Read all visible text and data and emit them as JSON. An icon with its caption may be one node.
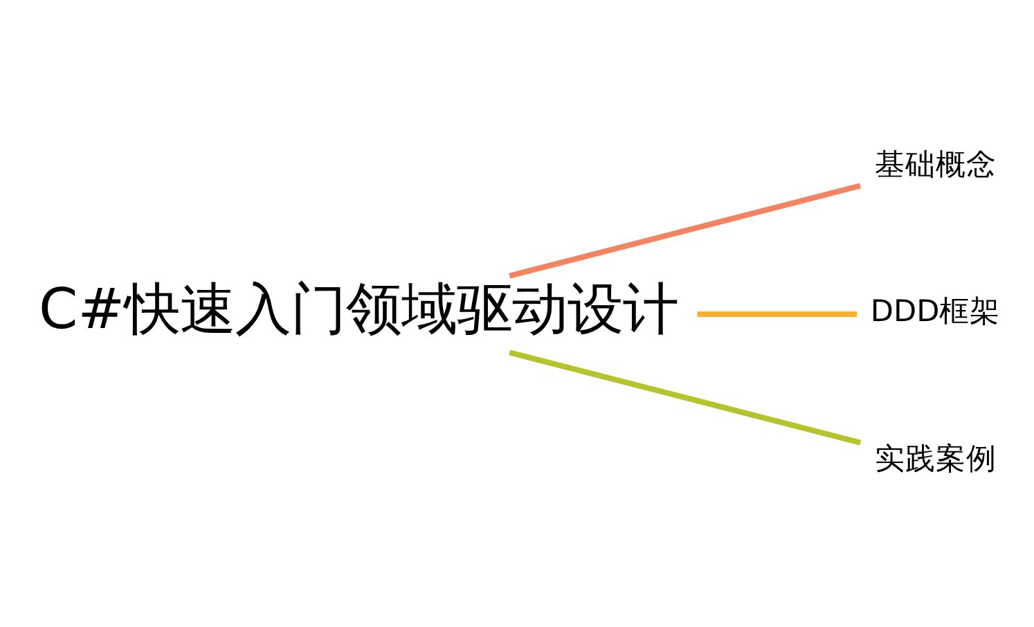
{
  "diagram": {
    "nodes": [
      {
        "text": [
          "C#快速入门领域驱动设计"
        ]
      },
      {
        "text": [
          "基础概念"
        ]
      },
      {
        "text": [
          "DDD框架"
        ]
      },
      {
        "text": [
          "实践案例"
        ]
      }
    ],
    "edges": [
      {
        "from": 0,
        "to": 1,
        "arrow": "none",
        "color": "#f4845f"
      },
      {
        "from": 0,
        "to": 2,
        "arrow": "none",
        "color": "#ffb02e"
      },
      {
        "from": 0,
        "to": 3,
        "arrow": "none",
        "color": "#b5c42a"
      }
    ]
  }
}
